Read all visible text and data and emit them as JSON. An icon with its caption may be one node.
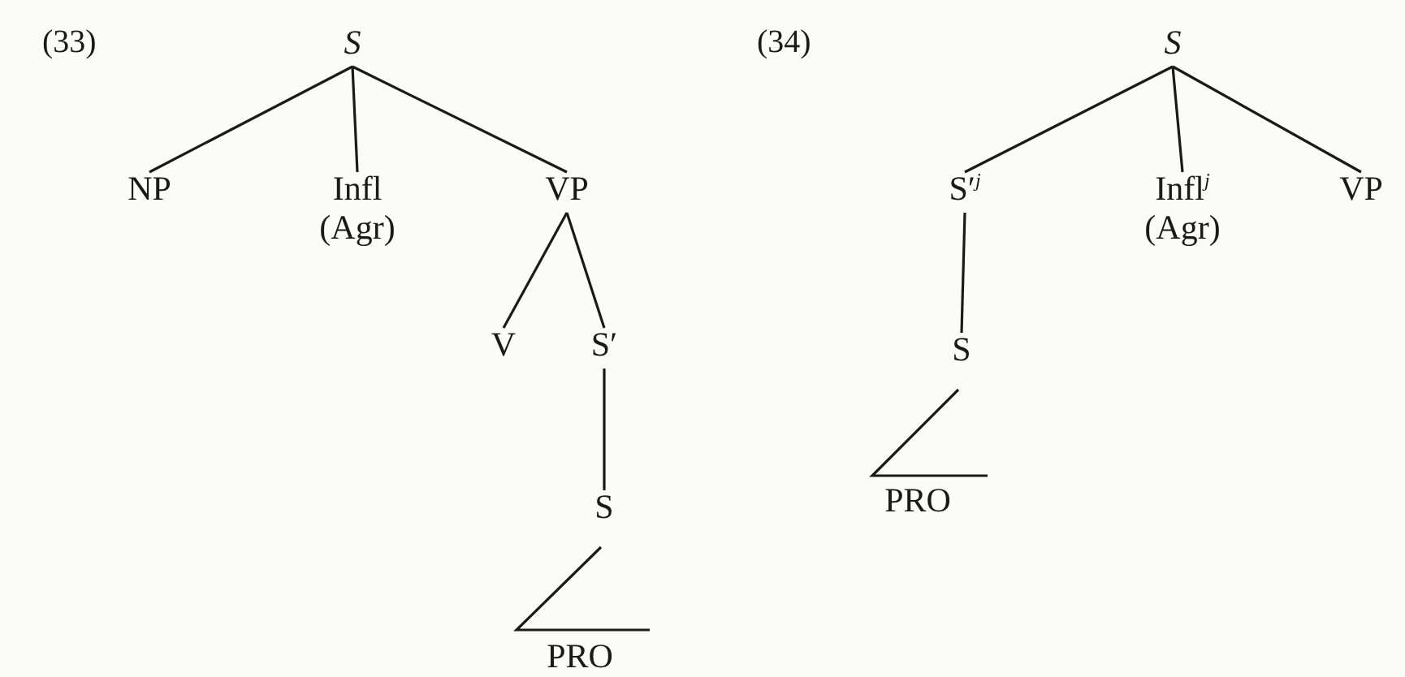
{
  "diagram": {
    "nodes": [
      {
        "text": [
          "S"
        ]
      },
      {
        "text": [
          "NP"
        ]
      },
      {
        "text": [
          "Infl",
          "(Agr)"
        ]
      },
      {
        "text": [
          "VP"
        ]
      },
      {
        "text": [
          "V"
        ]
      },
      {
        "text": [
          "S′"
        ]
      },
      {
        "text": [
          "S"
        ]
      },
      {
        "text": [
          "PRO"
        ]
      },
      {
        "text": [
          "S"
        ]
      },
      {
        "text": [
          "S′$^{j}$"
        ]
      },
      {
        "text": [
          "Infl$^{j}$",
          "(Agr)"
        ]
      },
      {
        "text": [
          "VP"
        ]
      },
      {
        "text": [
          "S"
        ]
      },
      {
        "text": [
          "PRO"
        ]
      }
    ],
    "edges": [
      {
        "from": 0,
        "to": 1,
        "arrow": "none"
      },
      {
        "from": 0,
        "to": 2,
        "arrow": "none"
      },
      {
        "from": 0,
        "to": 3,
        "arrow": "none"
      },
      {
        "from": 3,
        "to": 4,
        "arrow": "none"
      },
      {
        "from": 3,
        "to": 5,
        "arrow": "none"
      },
      {
        "from": 5,
        "to": 6,
        "arrow": "none"
      },
      {
        "from": 6,
        "to": 7,
        "arrow": "none"
      },
      {
        "from": 8,
        "to": 9,
        "arrow": "none"
      },
      {
        "from": 8,
        "to": 10,
        "arrow": "none"
      },
      {
        "from": 8,
        "to": 11,
        "arrow": "none"
      },
      {
        "from": 9,
        "to": 12,
        "arrow": "none"
      },
      {
        "from": 12,
        "to": 13,
        "arrow": "none"
      }
    ],
    "labels": [
      "(33)",
      "(34)"
    ]
  }
}
